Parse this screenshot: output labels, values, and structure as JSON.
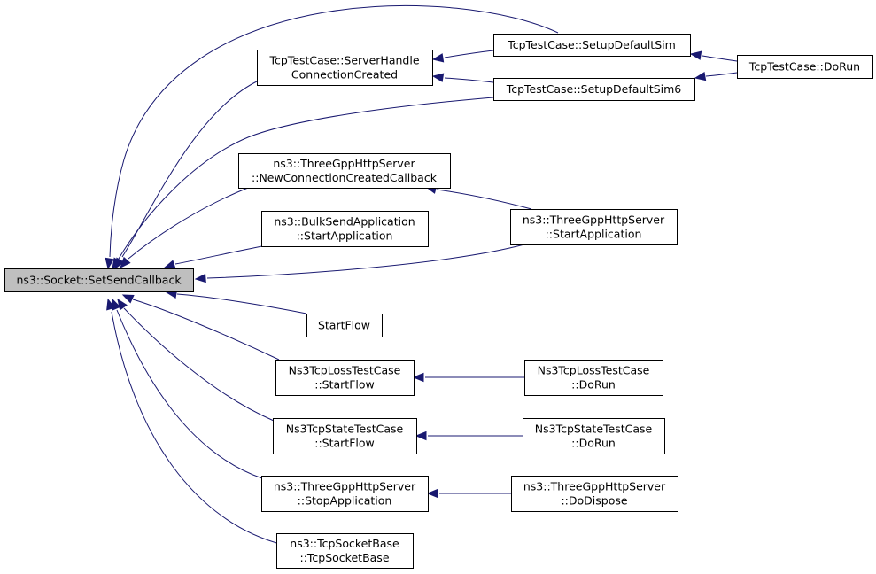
{
  "graph": {
    "edge_color": "#191970",
    "root_fill": "#bfbfbf",
    "node_fill": "#ffffff",
    "nodes": {
      "root": {
        "lines": [
          "ns3::Socket::SetSendCallback"
        ]
      },
      "serverHandle": {
        "lines": [
          "TcpTestCase::ServerHandle",
          "ConnectionCreated"
        ]
      },
      "setupSim": {
        "lines": [
          "TcpTestCase::SetupDefaultSim"
        ]
      },
      "setupSim6": {
        "lines": [
          "TcpTestCase::SetupDefaultSim6"
        ]
      },
      "tcpDoRun": {
        "lines": [
          "TcpTestCase::DoRun"
        ]
      },
      "newConn": {
        "lines": [
          "ns3::ThreeGppHttpServer",
          "::NewConnectionCreatedCallback"
        ]
      },
      "bulkSend": {
        "lines": [
          "ns3::BulkSendApplication",
          "::StartApplication"
        ]
      },
      "httpStart": {
        "lines": [
          "ns3::ThreeGppHttpServer",
          "::StartApplication"
        ]
      },
      "startFlow": {
        "lines": [
          "StartFlow"
        ]
      },
      "lossStart": {
        "lines": [
          "Ns3TcpLossTestCase",
          "::StartFlow"
        ]
      },
      "lossDoRun": {
        "lines": [
          "Ns3TcpLossTestCase",
          "::DoRun"
        ]
      },
      "stateStart": {
        "lines": [
          "Ns3TcpStateTestCase",
          "::StartFlow"
        ]
      },
      "stateDoRun": {
        "lines": [
          "Ns3TcpStateTestCase",
          "::DoRun"
        ]
      },
      "httpStop": {
        "lines": [
          "ns3::ThreeGppHttpServer",
          "::StopApplication"
        ]
      },
      "httpDispose": {
        "lines": [
          "ns3::ThreeGppHttpServer",
          "::DoDispose"
        ]
      },
      "sockBase": {
        "lines": [
          "ns3::TcpSocketBase",
          "::TcpSocketBase"
        ]
      }
    },
    "edges": [
      {
        "from": "serverHandle",
        "to": "root"
      },
      {
        "from": "setupSim",
        "to": "root"
      },
      {
        "from": "setupSim6",
        "to": "root"
      },
      {
        "from": "newConn",
        "to": "root"
      },
      {
        "from": "bulkSend",
        "to": "root"
      },
      {
        "from": "httpStart",
        "to": "root"
      },
      {
        "from": "startFlow",
        "to": "root"
      },
      {
        "from": "lossStart",
        "to": "root"
      },
      {
        "from": "stateStart",
        "to": "root"
      },
      {
        "from": "httpStop",
        "to": "root"
      },
      {
        "from": "sockBase",
        "to": "root"
      },
      {
        "from": "setupSim",
        "to": "serverHandle"
      },
      {
        "from": "setupSim6",
        "to": "serverHandle"
      },
      {
        "from": "tcpDoRun",
        "to": "setupSim"
      },
      {
        "from": "tcpDoRun",
        "to": "setupSim6"
      },
      {
        "from": "httpStart",
        "to": "newConn"
      },
      {
        "from": "lossDoRun",
        "to": "lossStart"
      },
      {
        "from": "stateDoRun",
        "to": "stateStart"
      },
      {
        "from": "httpDispose",
        "to": "httpStop"
      }
    ]
  }
}
